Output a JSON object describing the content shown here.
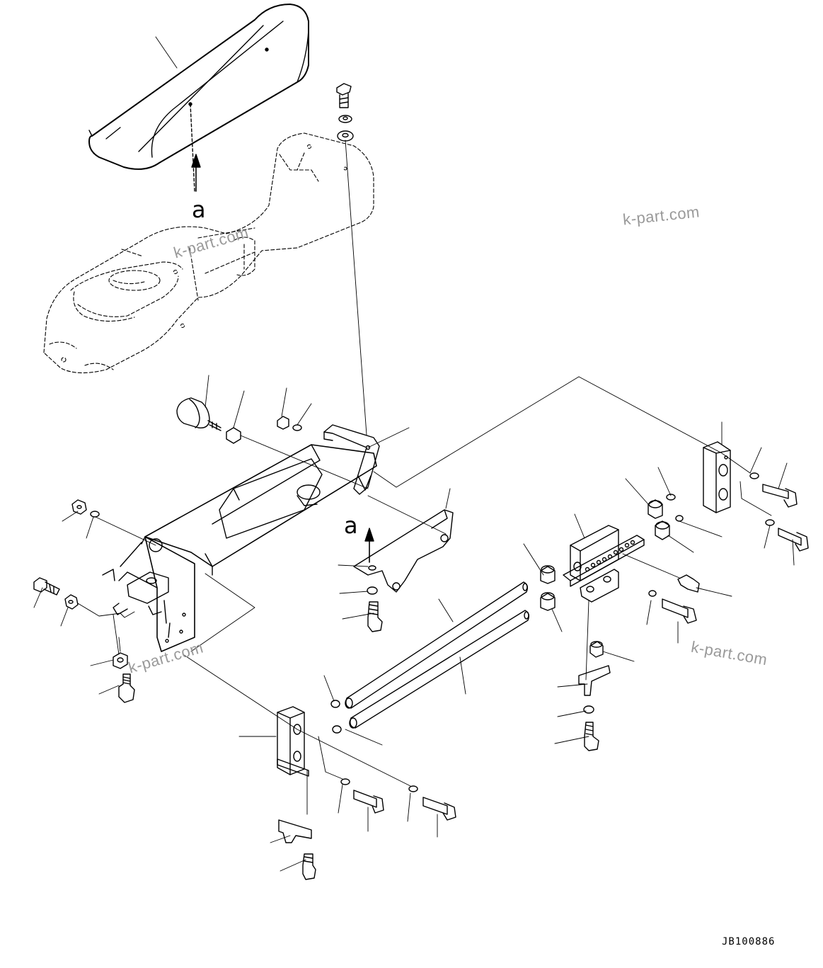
{
  "labels": {
    "view_a_top": "a",
    "view_a_mid": "a"
  },
  "watermarks": [
    "k-part.com",
    "k-part.com",
    "k-part.com",
    "k-part.com"
  ],
  "drawing_code": "JB100886"
}
